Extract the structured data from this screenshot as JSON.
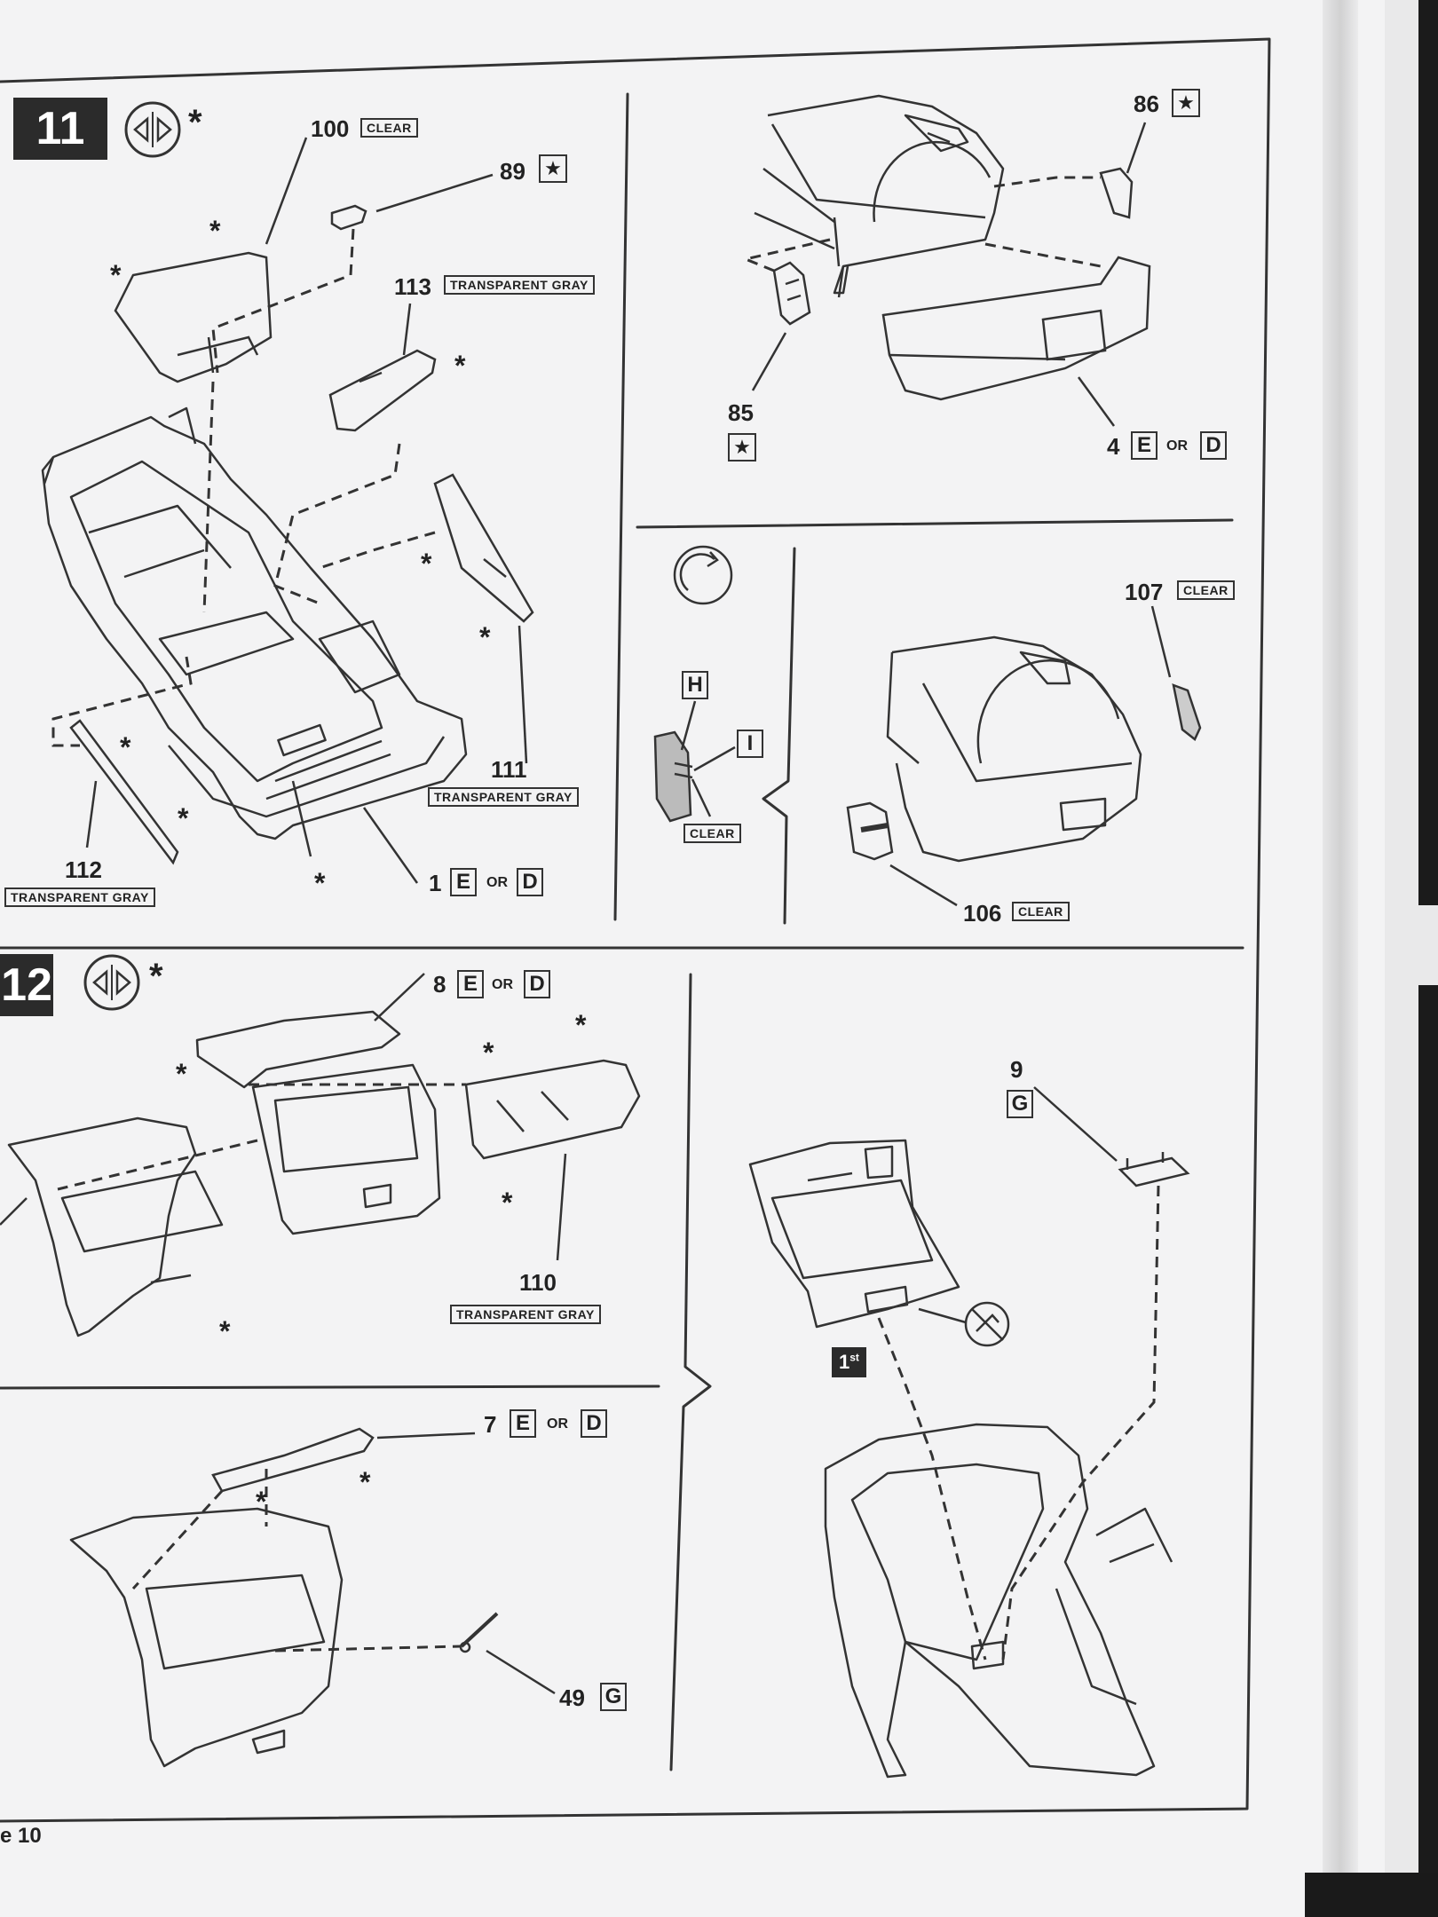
{
  "steps": {
    "s11": "11",
    "s12": "12"
  },
  "common": {
    "or": "OR",
    "asterisk": "*",
    "star": "★"
  },
  "step11": {
    "p100": "100",
    "p100_color": "CLEAR",
    "p89": "89",
    "p113": "113",
    "p113_color": "TRANSPARENT GRAY",
    "p111": "111",
    "p111_color": "TRANSPARENT GRAY",
    "p112": "112",
    "p112_color": "TRANSPARENT GRAY",
    "p1": "1",
    "p1_a": "E",
    "p1_b": "D",
    "p86": "86",
    "p85": "85",
    "p4": "4",
    "p4_a": "E",
    "p4_b": "D",
    "tab_h": "H",
    "tab_i": "I",
    "tab_clear": "CLEAR",
    "p107": "107",
    "p107_color": "CLEAR",
    "p106": "106",
    "p106_color": "CLEAR"
  },
  "step12": {
    "p8": "8",
    "p8_a": "E",
    "p8_b": "D",
    "p110": "110",
    "p110_color": "TRANSPARENT GRAY",
    "p9": "9",
    "p9_a": "G",
    "first_main": "1",
    "first_sup": "st",
    "p7": "7",
    "p7_a": "E",
    "p7_b": "D",
    "p49": "49",
    "p49_a": "G"
  },
  "footer": {
    "page": "e 10"
  }
}
